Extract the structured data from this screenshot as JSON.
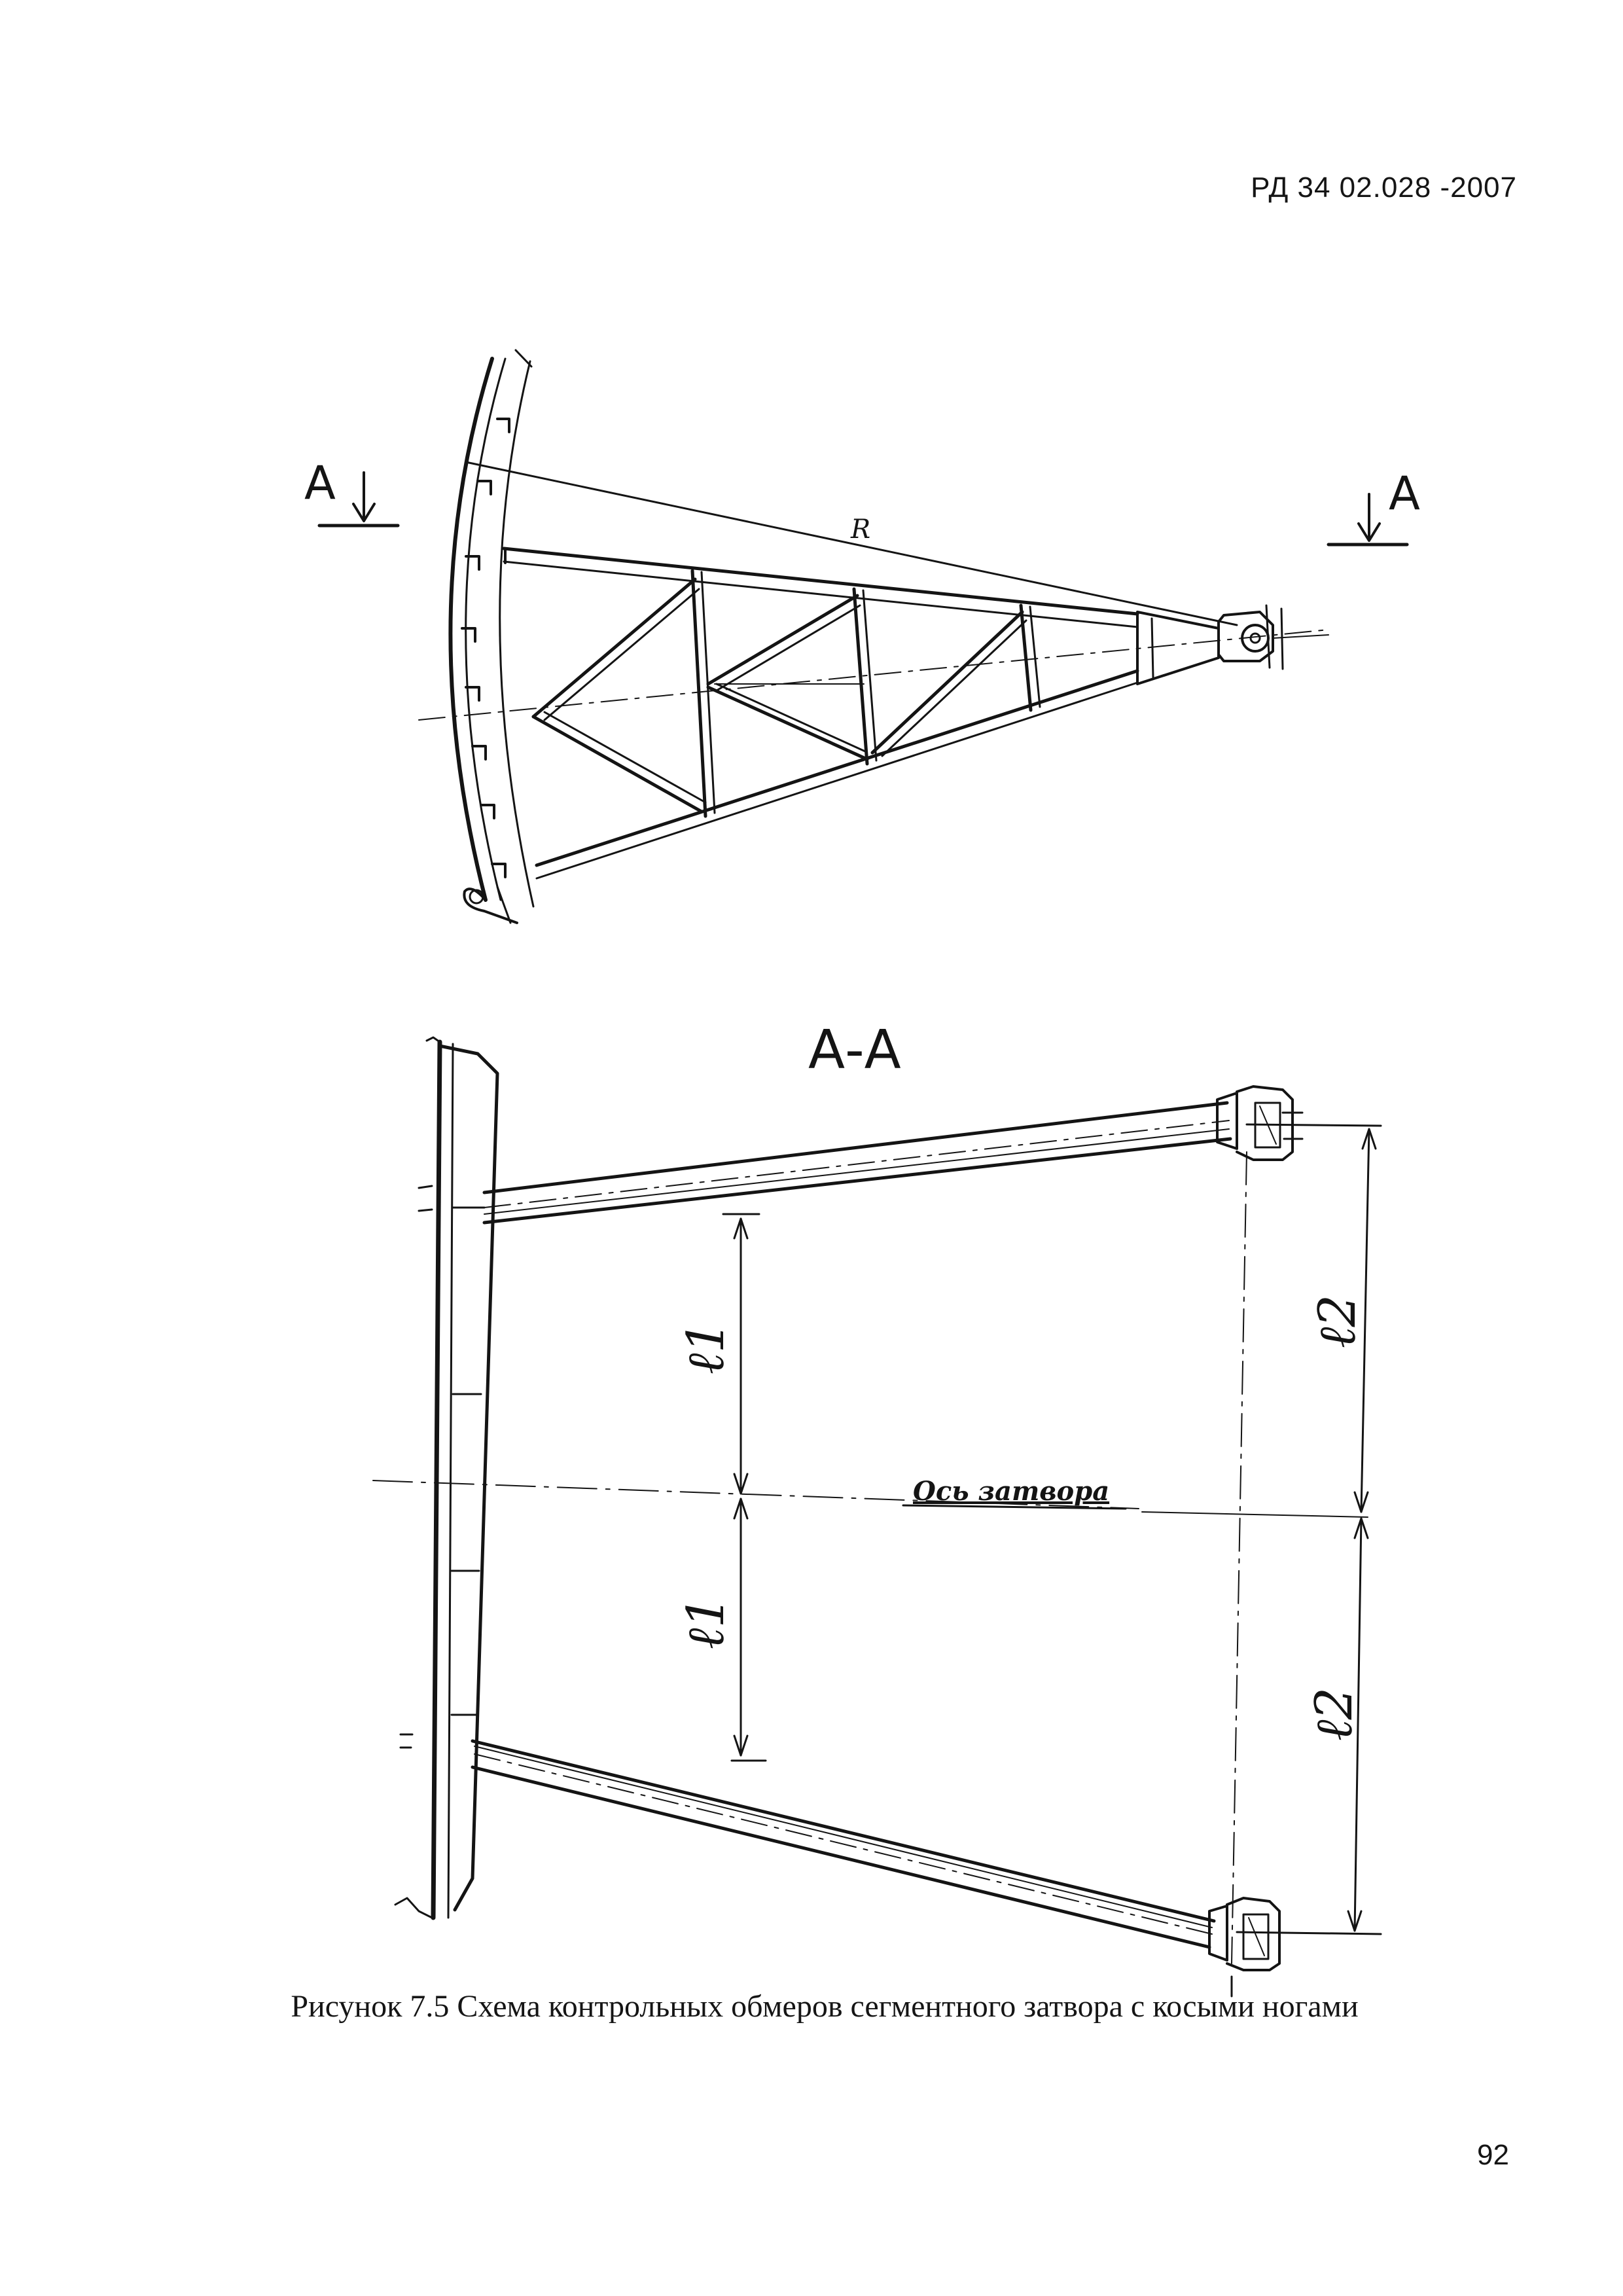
{
  "header": {
    "document_code": "РД 34 02.028 -2007"
  },
  "drawing": {
    "section_mark_left": "А",
    "section_mark_right": "А",
    "radius_label": "R",
    "section_title": "А-А",
    "axis_label": "Ось затвора",
    "dim_l1_upper": "ℓ1",
    "dim_l1_lower": "ℓ1",
    "dim_l2_upper": "ℓ2",
    "dim_l2_lower": "ℓ2"
  },
  "caption": {
    "text": "Рисунок 7.5 Схема контрольных обмеров сегментного затвора с косыми ногами"
  },
  "footer": {
    "page_number": "92"
  }
}
